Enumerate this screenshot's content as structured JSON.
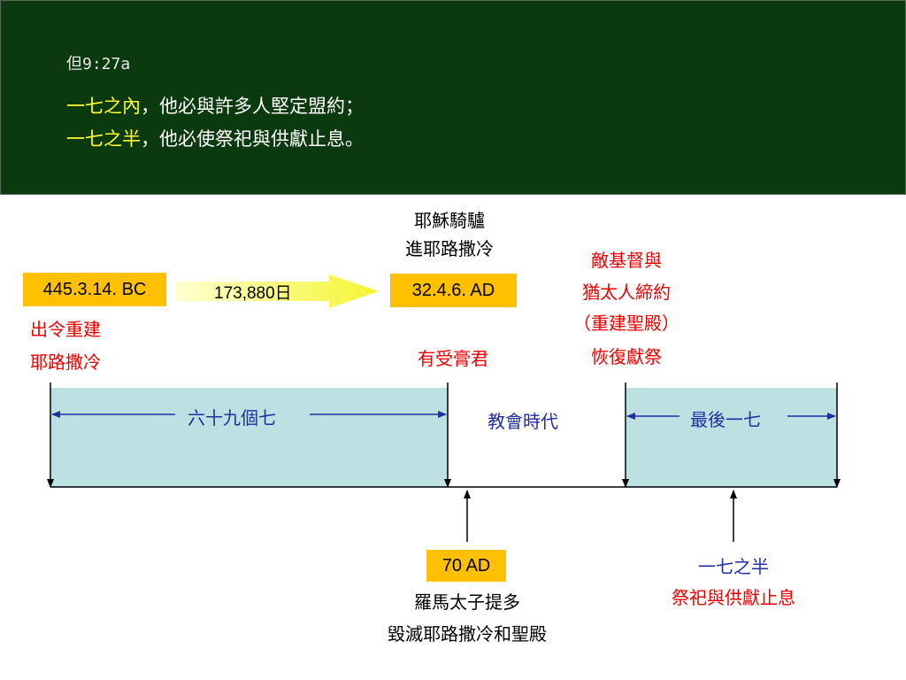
{
  "header": {
    "reference": "但9:27a",
    "line1_highlight": "一七之內",
    "line1_rest": "，他必與許多人堅定盟約；",
    "line2_highlight": "一七之半",
    "line2_rest": "，他必使祭祀與供獻止息。"
  },
  "timeline": {
    "start_date": "445.3.14. BC",
    "interval": "173,880日",
    "end_date": "32.4.6. AD",
    "decree_label": [
      "出令重建",
      "耶路撒冷"
    ],
    "entry_label": [
      "耶穌騎驢",
      "進耶路撒冷"
    ],
    "anointed_label": "有受膏君",
    "antichrist_label": [
      "敵基督與",
      "猶太人締約",
      "（重建聖殿）",
      "恢復獻祭"
    ],
    "periods": {
      "first": "六十九個七",
      "gap": "教會時代",
      "last": "最後一七"
    },
    "event_70ad": {
      "date": "70 AD",
      "lines": [
        "羅馬太子提多",
        "毀滅耶路撒冷和聖殿"
      ]
    },
    "midweek": {
      "line1": "一七之半",
      "line2": "祭祀與供獻止息"
    }
  },
  "colors": {
    "header_bg": "#0c3a0f",
    "highlight": "#ffff33",
    "box": "#ffc000",
    "period_fill": "#bde0e3",
    "red_text": "#ee0000",
    "blue_text": "#1f2ea0"
  }
}
